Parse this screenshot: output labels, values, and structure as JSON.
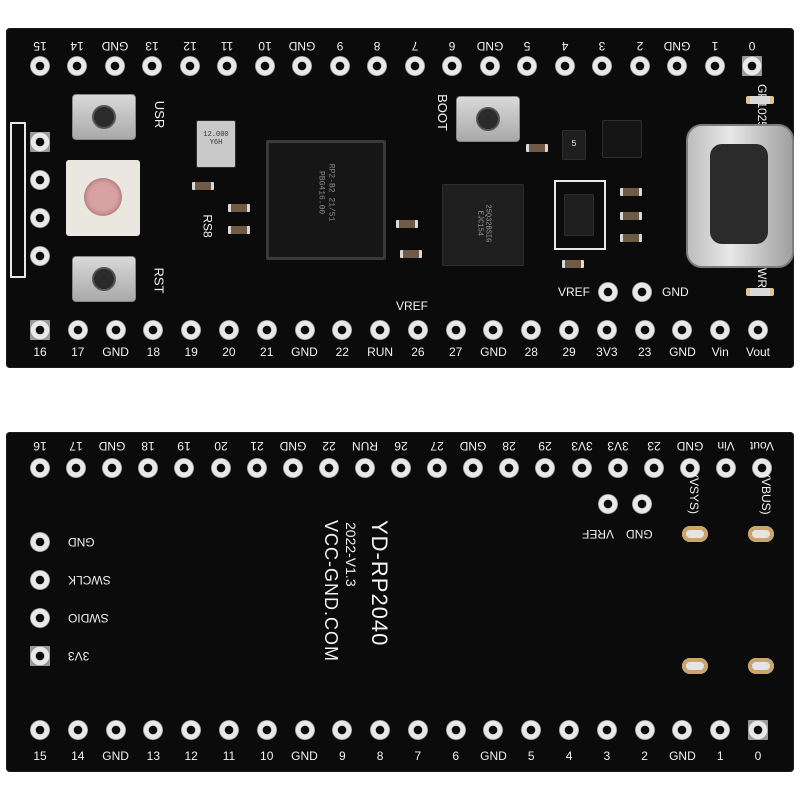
{
  "top_board": {
    "top_row_labels": [
      "15",
      "14",
      "GND",
      "13",
      "12",
      "11",
      "10",
      "GND",
      "9",
      "8",
      "7",
      "6",
      "GND",
      "5",
      "4",
      "3",
      "2",
      "GND",
      "1",
      "0"
    ],
    "bottom_row_labels": [
      "16",
      "17",
      "GND",
      "18",
      "19",
      "20",
      "21",
      "GND",
      "22",
      "RUN",
      "26",
      "27",
      "GND",
      "28",
      "29",
      "3V3",
      "23",
      "GND",
      "Vin",
      "Vout"
    ],
    "usr_label": "USR",
    "rst_label": "RST",
    "boot_label": "BOOT",
    "rs8_label": "RS8",
    "gp1025_label": "GP1025",
    "pwr_label": "PWR",
    "vref_label_a": "VREF",
    "vref_label_b": "VREF",
    "gnd_label": "GND",
    "mcu_marking": "RP2-B2 21/51\nPBG416.00",
    "flash_marking": "25Q32BSIG\nEJC154",
    "crystal_marking": "12.000\nY6H",
    "regulator_marking": "5"
  },
  "bottom_board": {
    "top_row_labels": [
      "16",
      "17",
      "GND",
      "18",
      "19",
      "20",
      "21",
      "GND",
      "22",
      "RUN",
      "26",
      "27",
      "GND",
      "28",
      "29",
      "3V3",
      "3V3",
      "23",
      "GND",
      "Vin",
      "Vout"
    ],
    "bottom_row_labels": [
      "15",
      "14",
      "GND",
      "13",
      "12",
      "11",
      "10",
      "GND",
      "9",
      "8",
      "7",
      "6",
      "GND",
      "5",
      "4",
      "3",
      "2",
      "GND",
      "1",
      "0"
    ],
    "debug_labels": [
      "GND",
      "SWCLK",
      "SWDIO",
      "3V3"
    ],
    "board_name": "YD-RP2040",
    "version": "2022-V1.3",
    "website": "VCC-GND.COM",
    "vref_label": "VREF",
    "gnd_label": "GND",
    "vsys_label": "(VSYS)",
    "vbus_label": "(VBUS)"
  }
}
